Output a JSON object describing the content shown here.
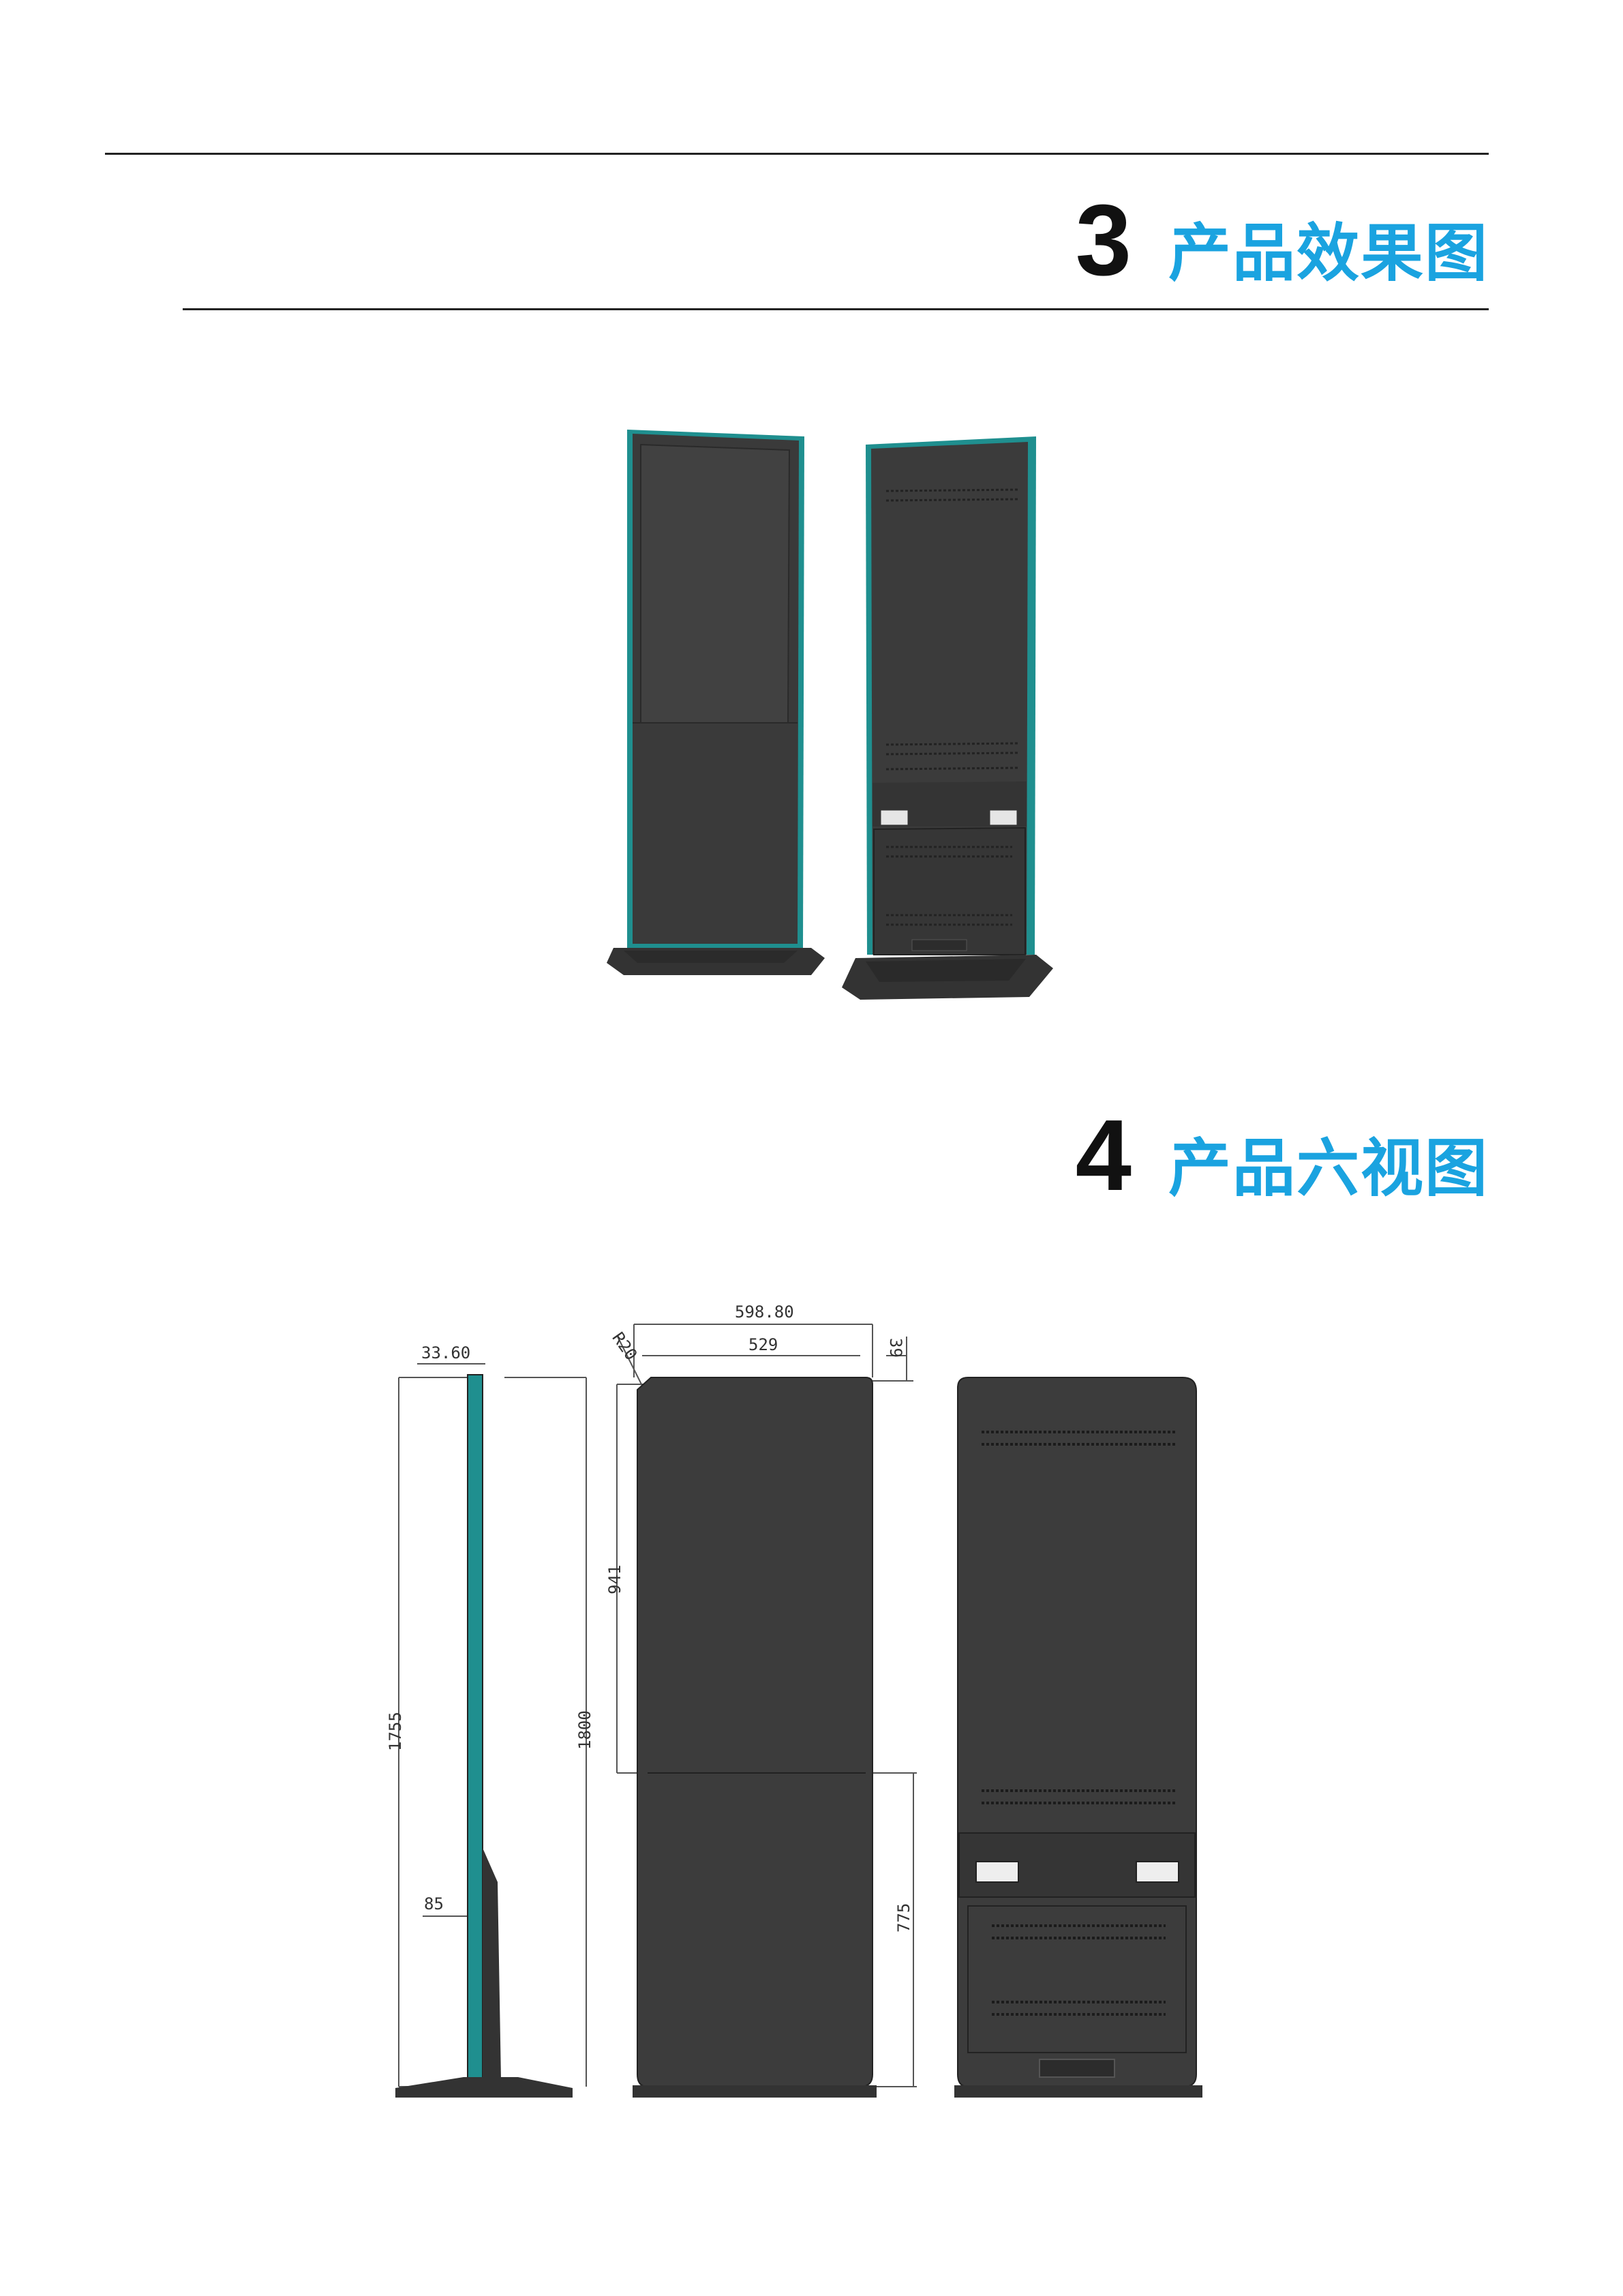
{
  "section3": {
    "number": "3",
    "title": "产品效果图"
  },
  "section4": {
    "number": "4",
    "title": "产品六视图"
  },
  "dimensions": {
    "depth": "33.60",
    "outer_width": "598.80",
    "screen_width": "529",
    "top_height": "39",
    "radius": "R20",
    "screen_height": "941",
    "body_height": "1755",
    "total_height": "1800",
    "lower_height": "775",
    "base_offset": "85"
  },
  "colors": {
    "accent": "#1aa3e0",
    "panel": "#3c3c3c",
    "frame": "#1f8f8f"
  }
}
